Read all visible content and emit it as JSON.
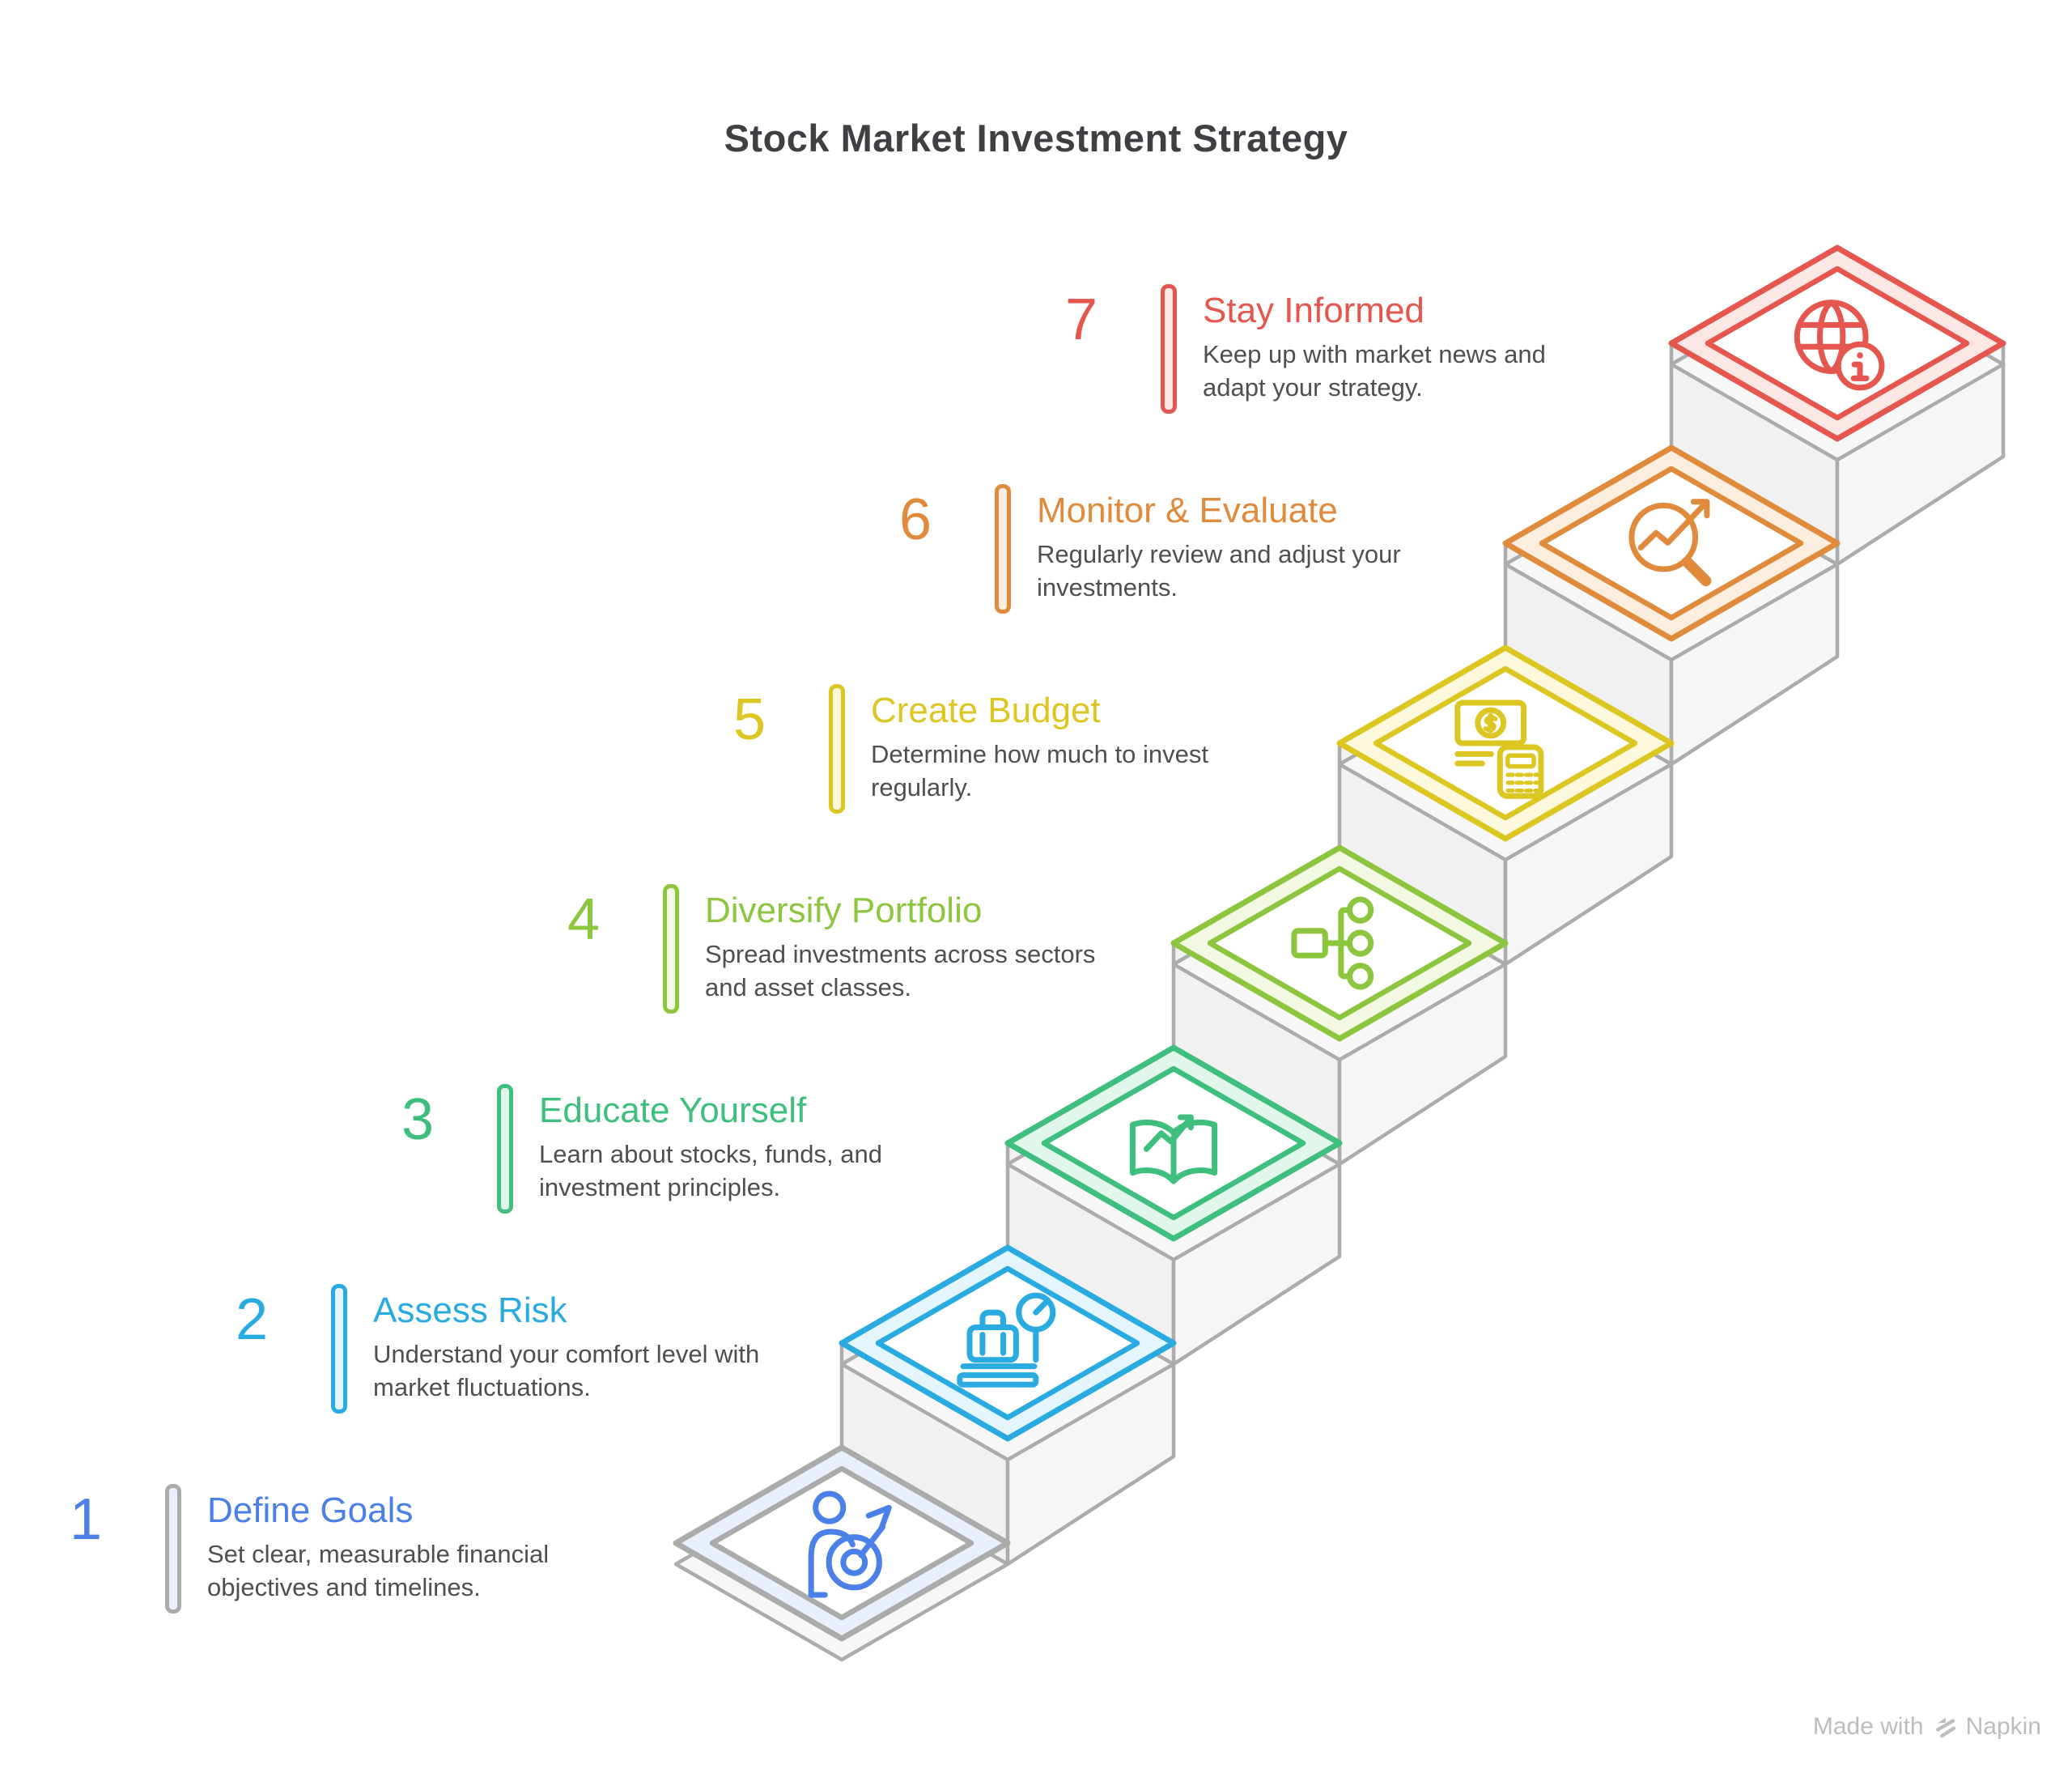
{
  "page": {
    "title": "Stock Market Investment Strategy"
  },
  "watermark": {
    "text_prefix": "Made with",
    "brand": "Napkin"
  },
  "colors": {
    "heading": "#3E4043",
    "description": "#4F4F4F",
    "outline_gray": "#ACACAC",
    "wall_left": "#F1F1F1",
    "wall_right": "#F6F6F6",
    "slab": "#F7F7F7",
    "watermark": "#BDBDBD",
    "background": "#FFFFFF"
  },
  "steps": [
    {
      "number": "1",
      "title": "Define Goals",
      "desc_line1": "Set clear, measurable financial",
      "desc_line2": "objectives and timelines.",
      "accent": "#4A80E8",
      "tint": "#E9EFFC",
      "diamond_stroke": "#ABABAB",
      "bar_stroke": "#ABABAB",
      "icon": "person-target-icon"
    },
    {
      "number": "2",
      "title": "Assess Risk",
      "desc_line1": "Understand your comfort level with",
      "desc_line2": "market fluctuations.",
      "accent": "#29ABE2",
      "tint": "#E4F5FC",
      "diamond_stroke": "#29ABE2",
      "bar_stroke": "#29ABE2",
      "icon": "luggage-scale-icon"
    },
    {
      "number": "3",
      "title": "Educate Yourself",
      "desc_line1": "Learn about stocks, funds, and",
      "desc_line2": "investment principles.",
      "accent": "#3EBF7E",
      "tint": "#E2F7EC",
      "diamond_stroke": "#3EBF7E",
      "bar_stroke": "#3EBF7E",
      "icon": "book-growth-icon"
    },
    {
      "number": "4",
      "title": "Diversify Portfolio",
      "desc_line1": "Spread investments across sectors",
      "desc_line2": "and asset classes.",
      "accent": "#8CC63F",
      "tint": "#F2F8E1",
      "diamond_stroke": "#8CC63F",
      "bar_stroke": "#8CC63F",
      "icon": "diversify-tree-icon"
    },
    {
      "number": "5",
      "title": "Create Budget",
      "desc_line1": "Determine how much to invest",
      "desc_line2": "regularly.",
      "accent": "#DCC622",
      "tint": "#FBF8DB",
      "diamond_stroke": "#DCC622",
      "bar_stroke": "#DCC622",
      "icon": "cash-calculator-icon"
    },
    {
      "number": "6",
      "title": "Monitor & Evaluate",
      "desc_line1": "Regularly review and adjust your",
      "desc_line2": "investments.",
      "accent": "#E08A3C",
      "tint": "#FBEEDE",
      "diamond_stroke": "#E08A3C",
      "bar_stroke": "#E08A3C",
      "icon": "magnifier-trend-icon"
    },
    {
      "number": "7",
      "title": "Stay Informed",
      "desc_line1": "Keep up with market news and",
      "desc_line2": "adapt your strategy.",
      "accent": "#E4564E",
      "tint": "#FBE7E5",
      "diamond_stroke": "#E4564E",
      "bar_stroke": "#E4564E",
      "icon": "globe-info-icon"
    }
  ]
}
